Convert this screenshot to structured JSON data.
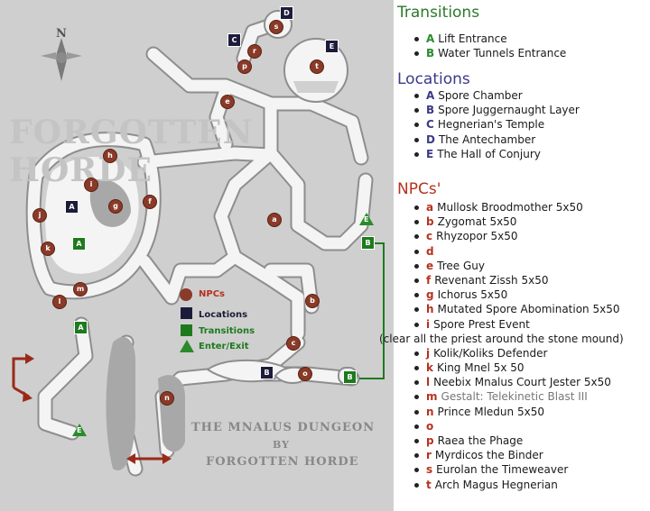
{
  "map": {
    "watermark": "FORGOTTEN HORDE",
    "compass_letter": "N",
    "title_line1": "THE MNALUS DUNGEON",
    "title_line2": "BY",
    "title_line3": "FORGOTTEN HORDE",
    "key": {
      "npcs": "NPCs",
      "locations": "Locations",
      "transitions": "Transitions",
      "enter_exit": "Enter/Exit"
    },
    "markers": {
      "npc_letters": [
        "a",
        "b",
        "c",
        "d",
        "e",
        "f",
        "g",
        "h",
        "i",
        "j",
        "k",
        "l",
        "m",
        "n",
        "o",
        "p",
        "r",
        "s",
        "t"
      ],
      "location_letters": [
        "A",
        "B",
        "C",
        "D",
        "E"
      ],
      "transition_letters": [
        "A",
        "B"
      ],
      "entry_letter": "E"
    },
    "colors": {
      "path": "#f4f4f4",
      "background": "#cfcfcf",
      "npc": "#8a3a28",
      "location": "#1c1c3a",
      "transition": "#1e7a1e",
      "arrow": "#9a2a18"
    }
  },
  "legend": {
    "transitions_title": "Transitions",
    "transitions": [
      {
        "key": "A",
        "label": "Lift Entrance"
      },
      {
        "key": "B",
        "label": "Water Tunnels Entrance"
      }
    ],
    "locations_title": "Locations",
    "locations": [
      {
        "key": "A",
        "label": "Spore Chamber"
      },
      {
        "key": "B",
        "label": "Spore Juggernaught Layer"
      },
      {
        "key": "C",
        "label": "Hegnerian's Temple"
      },
      {
        "key": "D",
        "label": "The Antechamber"
      },
      {
        "key": "E",
        "label": "The Hall of Conjury"
      }
    ],
    "npcs_title": "NPCs'",
    "npcs": [
      {
        "key": "a",
        "label": "Mullosk Broodmother 5x50"
      },
      {
        "key": "b",
        "label": "Zygomat 5x50"
      },
      {
        "key": "c",
        "label": "Rhyzopor 5x50"
      },
      {
        "key": "d",
        "label": ""
      },
      {
        "key": "e",
        "label": "Tree Guy"
      },
      {
        "key": "f",
        "label": "Revenant Zissh 5x50"
      },
      {
        "key": "g",
        "label": "Ichorus 5x50"
      },
      {
        "key": "h",
        "label": "Mutated Spore Abomination 5x50"
      },
      {
        "key": "i",
        "label": "Spore Prest Event"
      },
      {
        "key": "",
        "label": "(clear all the priest around the stone mound)"
      },
      {
        "key": "j",
        "label": "Kolik/Koliks Defender"
      },
      {
        "key": "k",
        "label": "King Mnel 5x 50"
      },
      {
        "key": "l",
        "label": "Neebix Mnalus Court Jester 5x50"
      },
      {
        "key": "m",
        "label": "Gestalt: Telekinetic Blast III"
      },
      {
        "key": "n",
        "label": "Prince Mledun 5x50"
      },
      {
        "key": "o",
        "label": ""
      },
      {
        "key": "p",
        "label": "Raea the Phage"
      },
      {
        "key": "r",
        "label": "Myrdicos the Binder"
      },
      {
        "key": "s",
        "label": "Eurolan the Timeweaver"
      },
      {
        "key": "t",
        "label": "Arch Magus Hegnerian"
      }
    ]
  }
}
